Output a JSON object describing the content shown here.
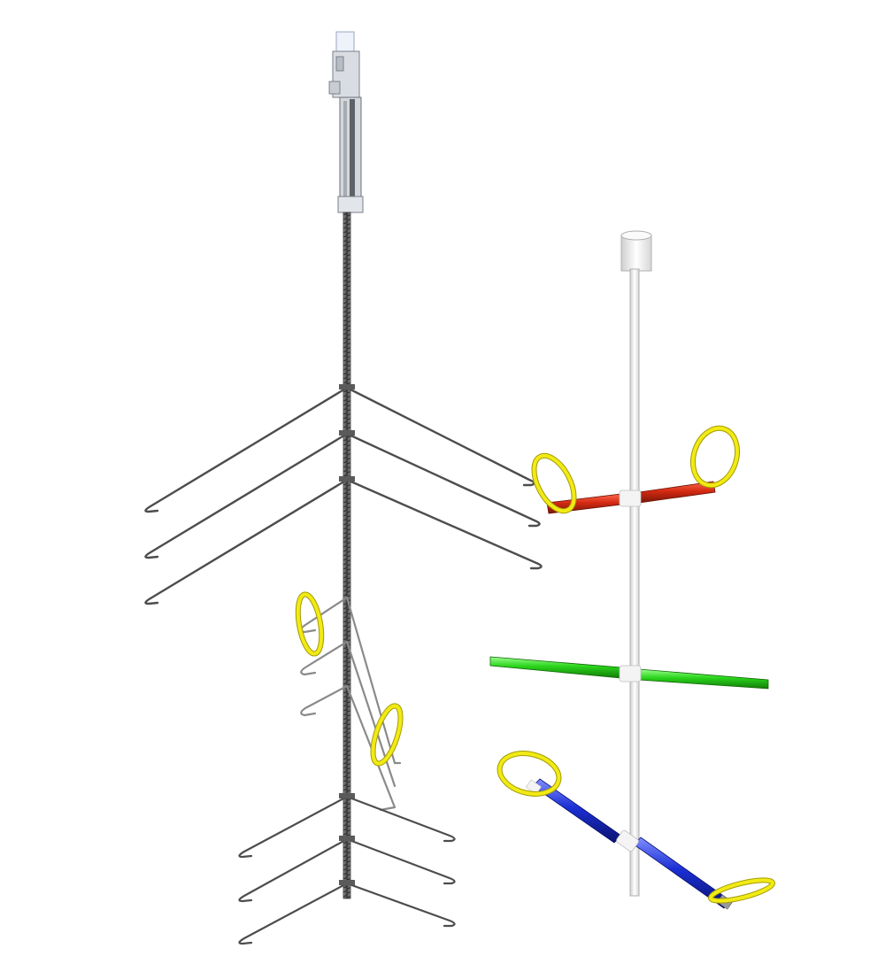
{
  "colors": {
    "background": "#ffffff",
    "wire": "#4a4a4a",
    "wire_light": "#8a8a8a",
    "rod": "#5a5a5a",
    "yellow_ring": "#f2ea14",
    "yellow_ring_dark": "#a39c06",
    "red_tube": "#d42a12",
    "green_tube": "#29d41b",
    "blue_tube": "#1b2fd4",
    "white_pole": "#f2f2f2",
    "pole_outline": "#b0b0b0"
  },
  "assemblies": [
    {
      "name": "wire-hanger-assembly",
      "parts": [
        "actuator",
        "threaded-rod",
        "wire-arm-pairs",
        "hook-tiers",
        "rings"
      ]
    },
    {
      "name": "pole-rack-assembly",
      "parts": [
        "cap",
        "pole",
        "red-crossbar",
        "green-crossbar",
        "blue-crossbar",
        "rings"
      ]
    }
  ]
}
